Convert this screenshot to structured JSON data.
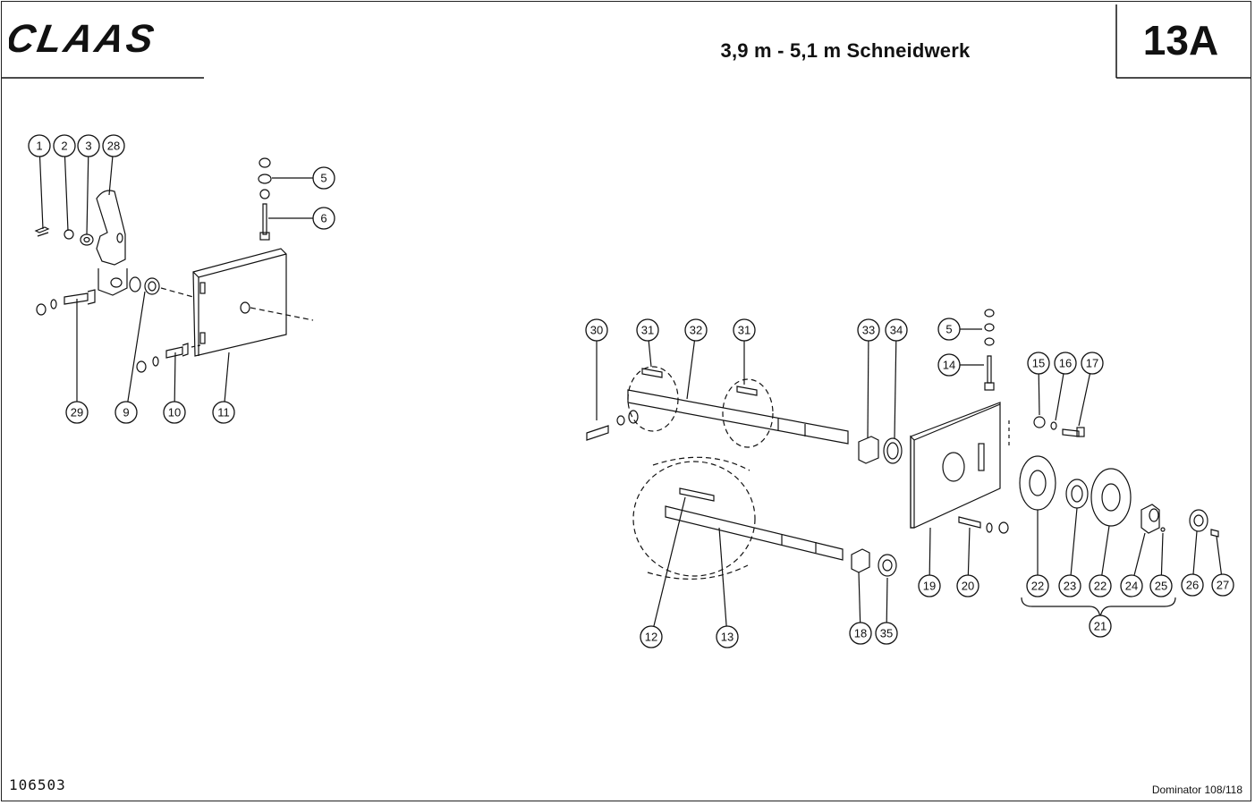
{
  "header": {
    "brand": "CLAAS",
    "title": "3,9 m - 5,1 m Schneidwerk",
    "sheet": "13A"
  },
  "footer": {
    "doc_number": "106503",
    "model": "Dominator 108/118"
  },
  "colors": {
    "ink": "#111111",
    "paper": "#ffffff"
  },
  "callouts": [
    "1",
    "2",
    "3",
    "28",
    "5",
    "6",
    "29",
    "9",
    "10",
    "11",
    "30",
    "31",
    "32",
    "31",
    "33",
    "34",
    "5",
    "14",
    "15",
    "16",
    "17",
    "12",
    "13",
    "18",
    "35",
    "19",
    "20",
    "22",
    "23",
    "22",
    "24",
    "25",
    "26",
    "27",
    "21"
  ]
}
